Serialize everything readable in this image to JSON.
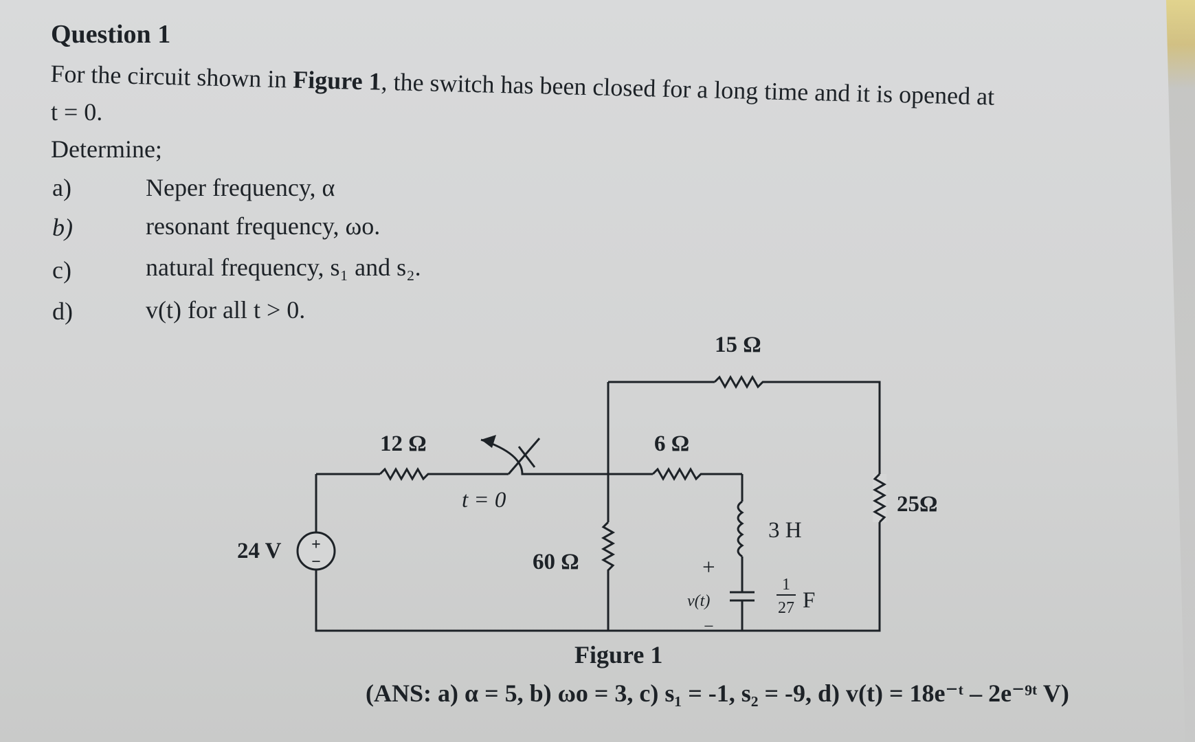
{
  "question": {
    "title": "Question 1",
    "intro_line1_pre": "For the circuit shown in ",
    "intro_line1_bold": "Figure 1",
    "intro_line1_post": ", the switch has been closed for a long time and it is opened at",
    "intro_line2": "t = 0.",
    "determine": "Determine;",
    "items": [
      {
        "letter": "a)",
        "text": "Neper frequency, α"
      },
      {
        "letter": "b)",
        "text": "resonant frequency, ωo."
      },
      {
        "letter": "c)",
        "text": "natural frequency, s₁ and s₂."
      },
      {
        "letter": "d)",
        "text": "v(t) for all t > 0."
      }
    ]
  },
  "circuit": {
    "source_label": "24 V",
    "r12_label": "12 Ω",
    "switch_label": "t = 0",
    "r60_label": "60 Ω",
    "r6_label": "6 Ω",
    "r15_label": "15 Ω",
    "inductor_label": "3 H",
    "cap_num": "1",
    "cap_den": "27",
    "cap_unit": "F",
    "r25_label": "25Ω",
    "v_plus": "+",
    "v_label": "v(t)",
    "v_minus": "−",
    "src_plus": "+",
    "src_minus": "−"
  },
  "figure_caption": "Figure 1",
  "answer": "(ANS: a) α = 5, b) ωo = 3, c) s₁ = -1, s₂ = -9, d) v(t) = 18e⁻ᵗ – 2e⁻⁹ᵗ V)"
}
